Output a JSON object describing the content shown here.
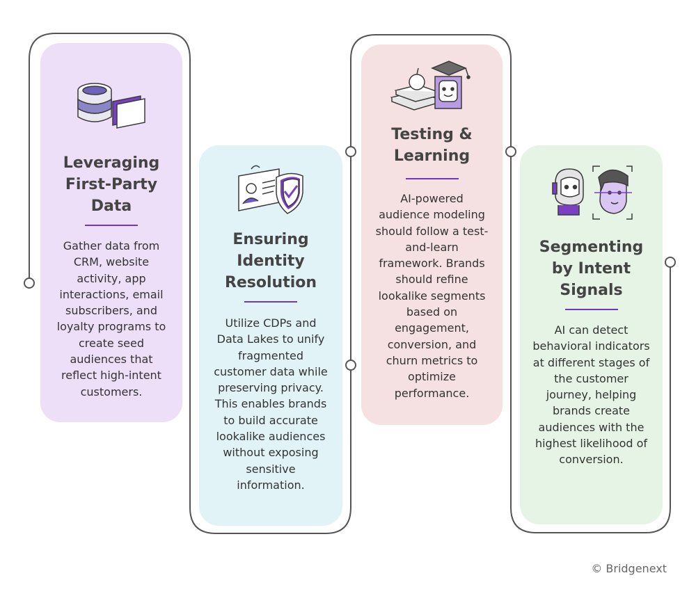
{
  "cards": [
    {
      "title_lines": [
        "Leveraging",
        "First-Party",
        "Data"
      ],
      "body": "Gather data from CRM, website activity, app interactions, email subscribers, and loyalty programs to create seed audiences that reflect high-intent customers.",
      "background": "#ecdff7",
      "icon": "database-folder-icon"
    },
    {
      "title_lines": [
        "Ensuring",
        "Identity",
        "Resolution"
      ],
      "body": "Utilize CDPs and Data Lakes to unify fragmented customer data while preserving privacy. This enables brands to build accurate lookalike audiences without exposing sensitive information.",
      "background": "#e2f3f8",
      "icon": "id-card-shield-icon"
    },
    {
      "title_lines": [
        "Testing &",
        "Learning"
      ],
      "body": "AI-powered audience modeling should follow a test-and-learn framework. Brands should refine lookalike segments based on engagement, conversion, and churn metrics to optimize performance.",
      "background": "#f5e1e1",
      "icon": "robot-graduate-books-icon"
    },
    {
      "title_lines": [
        "Segmenting",
        "by Intent",
        "Signals"
      ],
      "body": "AI can detect behavioral indicators at different stages of the customer journey, helping brands create audiences with the highest likelihood of conversion.",
      "background": "#e6f4e5",
      "icon": "face-recognition-icon"
    }
  ],
  "colors": {
    "accent": "#6d35c9",
    "connector": "#555555"
  },
  "credit": "© Bridgenext"
}
